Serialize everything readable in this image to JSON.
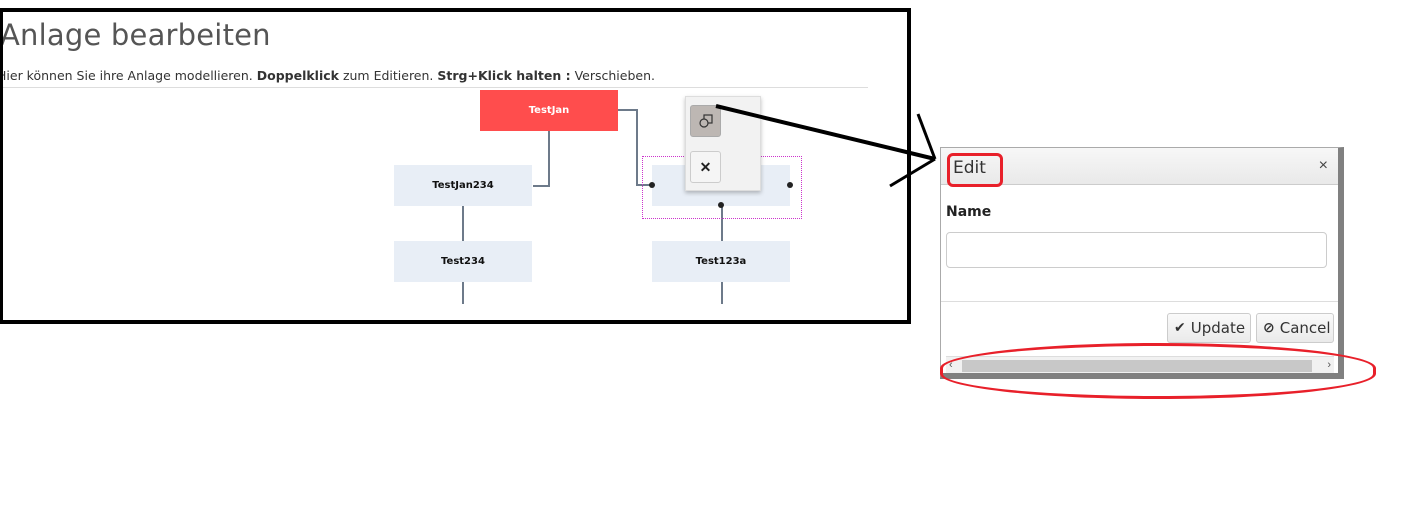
{
  "page": {
    "title": "Anlage bearbeiten",
    "hint_part1": "Hier können Sie ihre Anlage modellieren. ",
    "hint_bold1": "Doppelklick",
    "hint_part2": " zum Editieren. ",
    "hint_bold2": "Strg+Klick halten :",
    "hint_part3": " Verschieben."
  },
  "diagram": {
    "nodes": [
      {
        "label": "TestJan",
        "role": "root"
      },
      {
        "label": "TestJan234"
      },
      {
        "label": ""
      },
      {
        "label": "Test234"
      },
      {
        "label": "Test123a"
      }
    ],
    "root_color": "#ff4d4d",
    "node_color": "#e8eef6",
    "context_menu": {
      "items": [
        {
          "icon": "shapes-icon",
          "active": true
        },
        {
          "icon": "close-icon",
          "glyph": "✕"
        }
      ]
    }
  },
  "dialog": {
    "title": "Edit",
    "close_glyph": "×",
    "field_label": "Name",
    "field_value": "",
    "update_label": "Update",
    "update_icon": "✔",
    "cancel_label": "Cancel",
    "cancel_icon": "⊘",
    "scroll_left": "‹",
    "scroll_right": "›"
  },
  "annotation_color": "#e8202a"
}
